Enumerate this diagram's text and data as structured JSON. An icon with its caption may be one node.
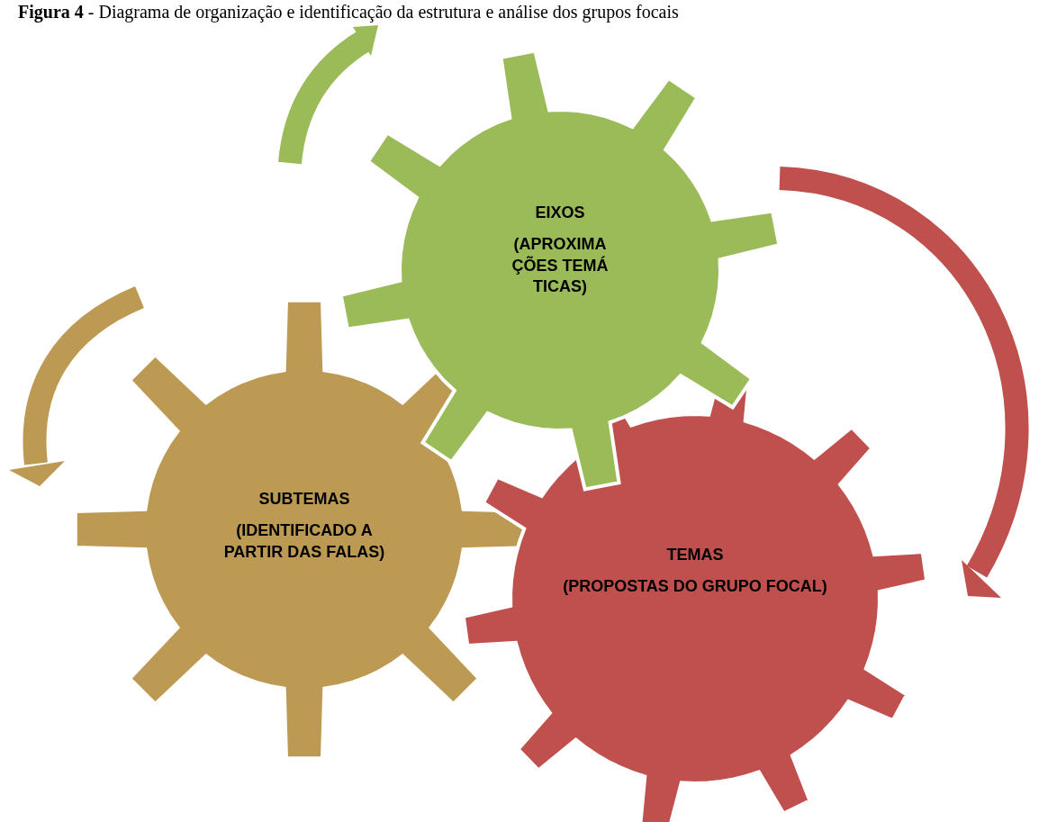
{
  "diagram": {
    "title": "**Figura 4** - Diagrama de organização e identificação da estrutura e análise dos grupos focais",
    "nodes": [
      {
        "text": [
          "EIXOS",
          "(APROXIMAÇÕES TEMÁTICAS)"
        ]
      },
      {
        "text": [
          "SUBTEMAS",
          "(IDENTIFICADO A PARTIR DAS FALAS)"
        ]
      },
      {
        "text": [
          "TEMAS",
          "(PROPOSTAS DO GRUPO FOCAL)"
        ]
      }
    ]
  }
}
